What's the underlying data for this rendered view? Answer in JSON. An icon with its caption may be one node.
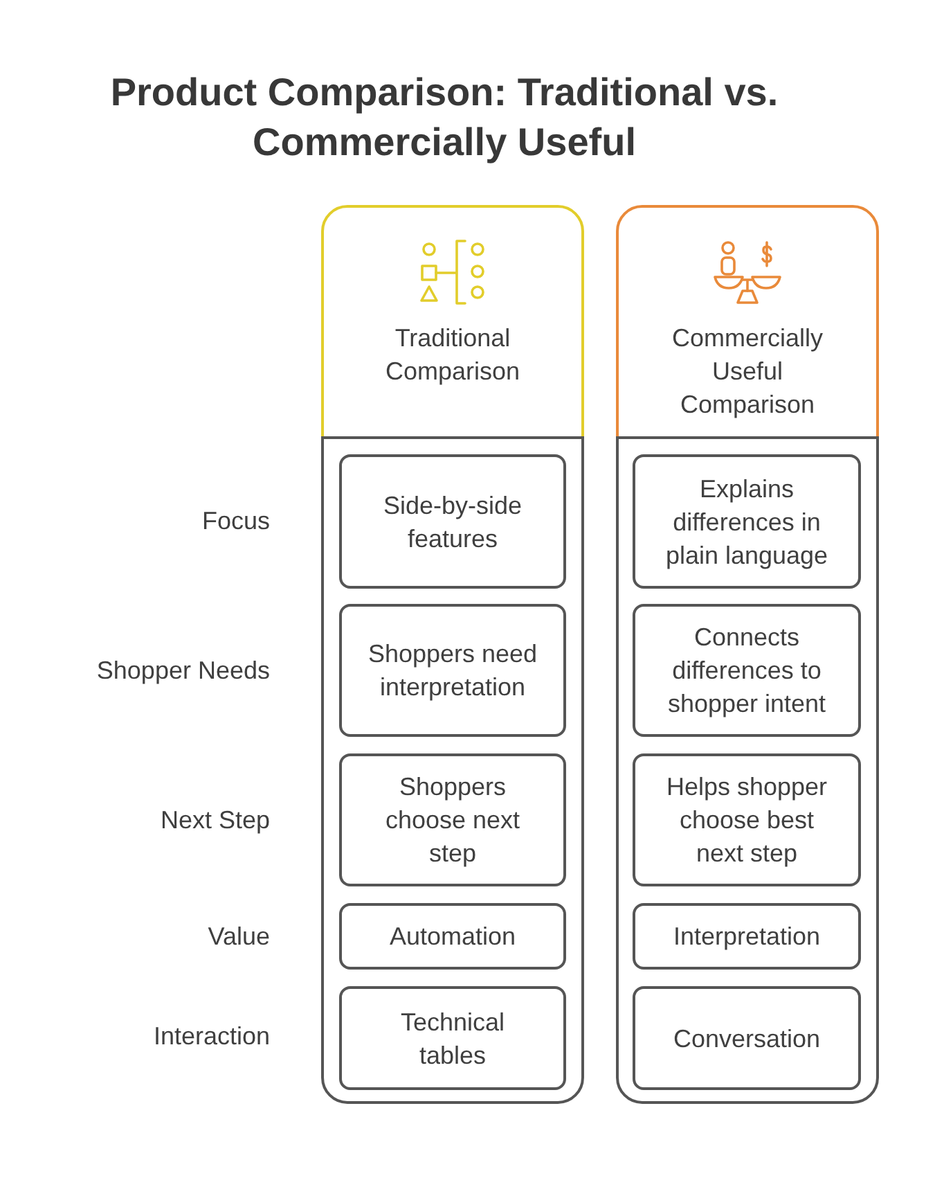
{
  "diagram": {
    "title": "Product Comparison: Traditional vs. Commercially Useful",
    "nodes": [
      {
        "text": [
          "Traditional Comparison"
        ]
      },
      {
        "text": [
          "Commercially Useful Comparison"
        ]
      },
      {
        "text": [
          "Side-by-side features"
        ],
        "in": 0
      },
      {
        "text": [
          "Explains differences in plain language"
        ],
        "in": 1
      },
      {
        "text": [
          "Shoppers need interpretation"
        ],
        "in": 0
      },
      {
        "text": [
          "Connects differences to shopper intent"
        ],
        "in": 1
      },
      {
        "text": [
          "Shoppers choose next step"
        ],
        "in": 0
      },
      {
        "text": [
          "Helps shopper choose best next step"
        ],
        "in": 1
      },
      {
        "text": [
          "Automation"
        ],
        "in": 0
      },
      {
        "text": [
          "Interpretation"
        ],
        "in": 1
      },
      {
        "text": [
          "Technical tables"
        ],
        "in": 0
      },
      {
        "text": [
          "Conversation"
        ],
        "in": 1
      }
    ],
    "labels": [
      "Focus",
      "Shopper Needs",
      "Next Step",
      "Value",
      "Interaction"
    ]
  }
}
